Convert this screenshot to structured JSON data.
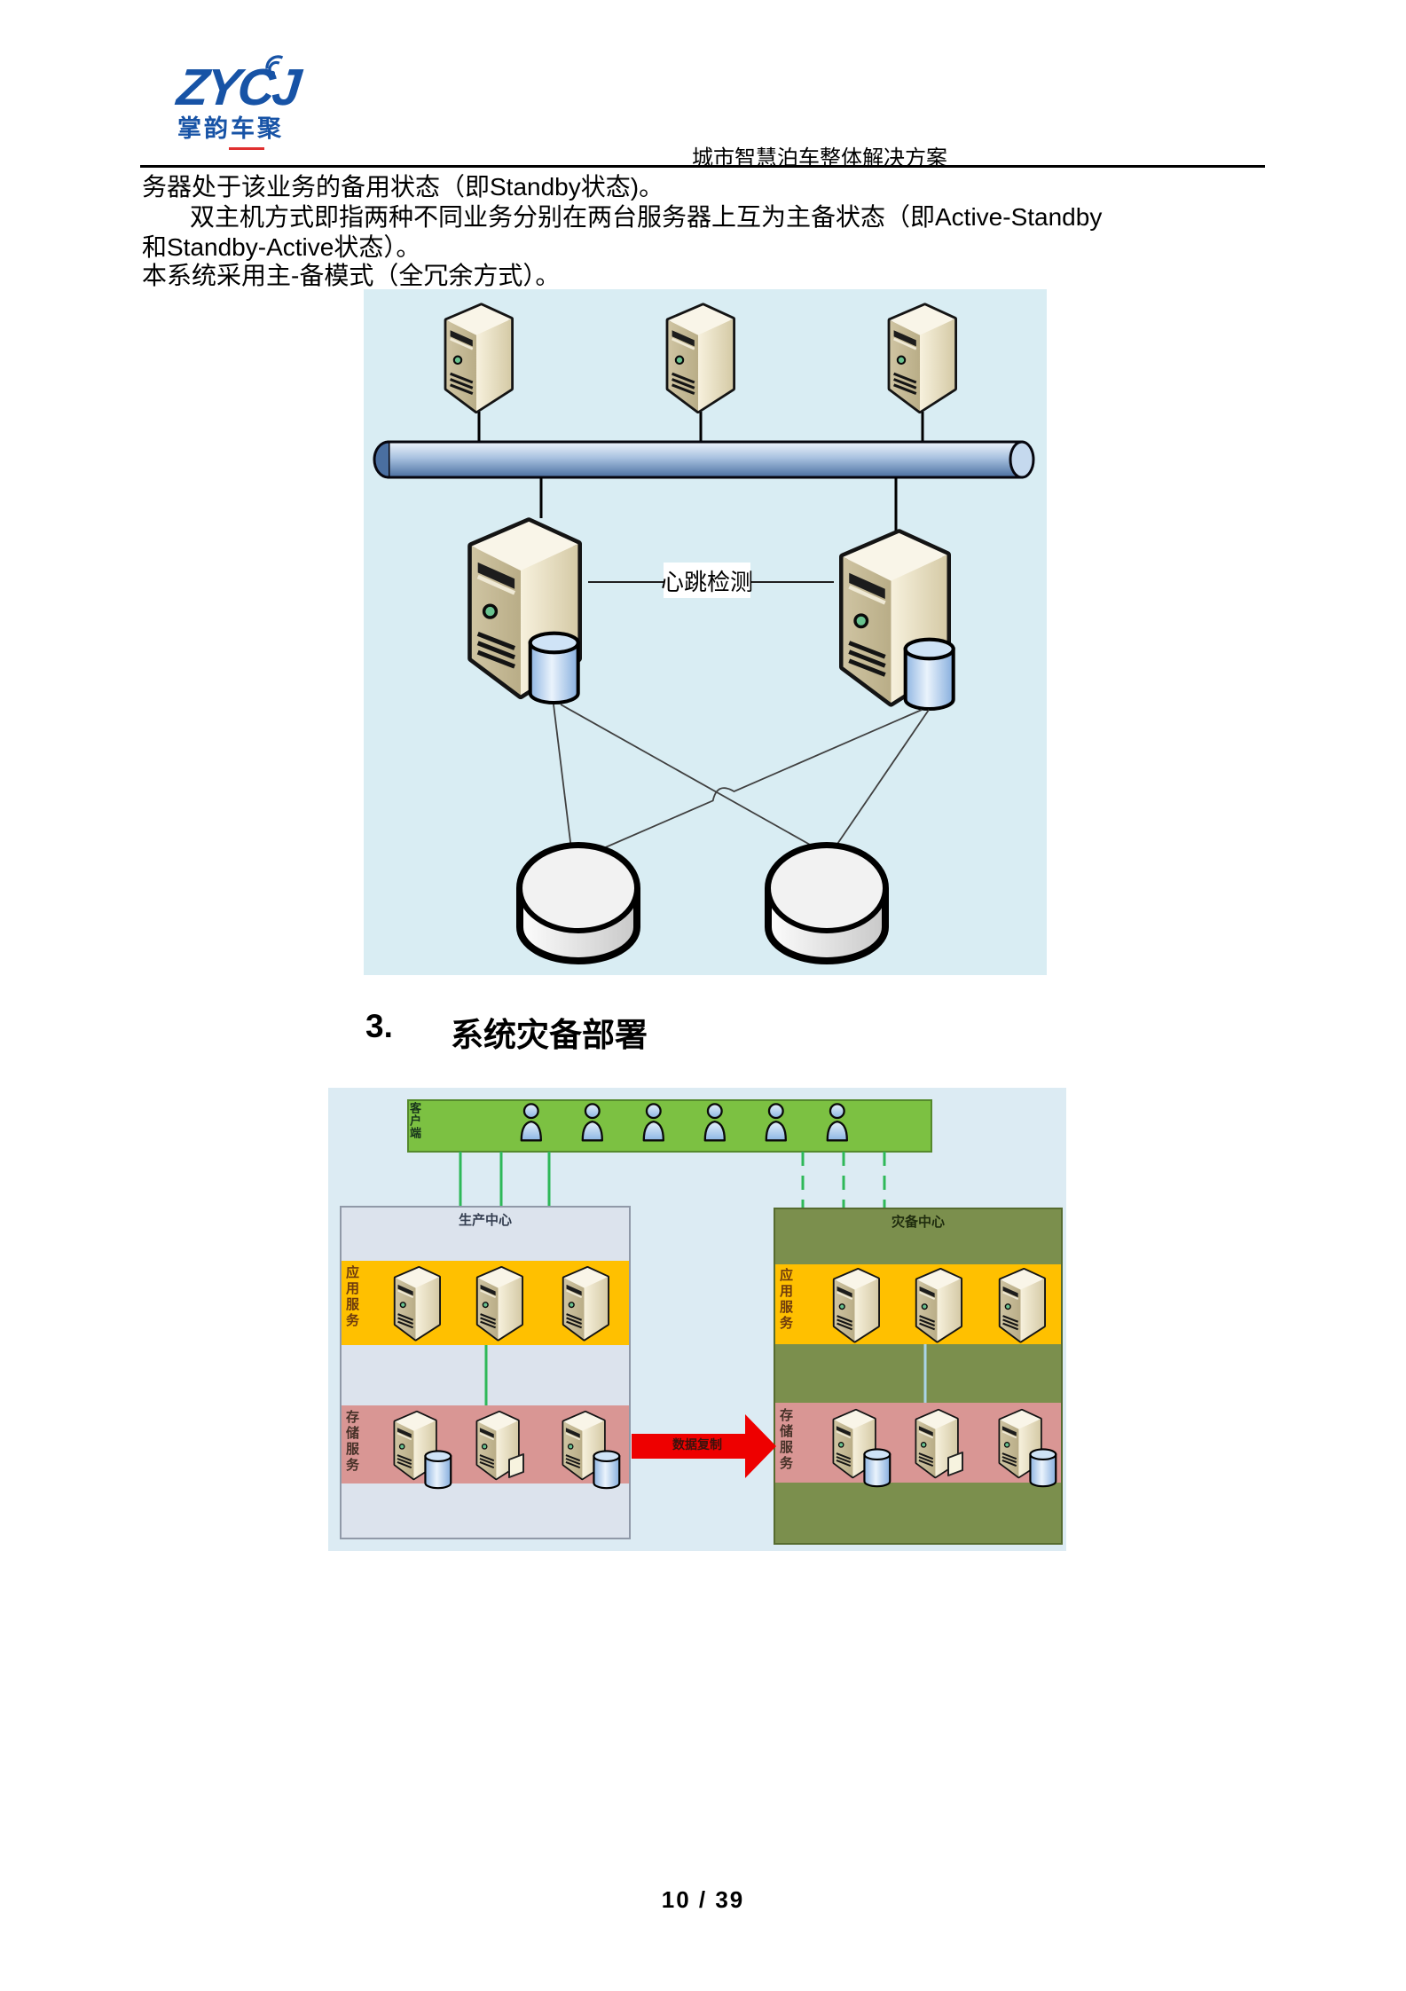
{
  "header": {
    "logo_text": "ZYCJ",
    "logo_subtext": "掌韵车聚",
    "doc_title": "城市智慧泊车整体解决方案"
  },
  "body": {
    "paragraphs": [
      "务器处于该业务的备用状态（即Standby状态)。",
      "双主机方式即指两种不同业务分别在两台服务器上互为主备状态（即Active-Standby",
      "和Standby-Active状态）。",
      "本系统采用主-备模式（全冗余方式）。"
    ]
  },
  "heading": {
    "number": "3.",
    "title": "系统灾备部署"
  },
  "diagram1": {
    "heartbeat_label": "心跳检测",
    "description": "主备双机热备拓扑：三台应用服务器接入总线，两台数据库服务器互为主备并共享两个存储",
    "colors": {
      "background": "#d9edf3",
      "bus_pipe": "#6d93bf",
      "server_body": "#e9dfc2",
      "db_cylinder": "#9cc0e8",
      "storage_cylinder": "#e4e4e4"
    }
  },
  "diagram2": {
    "client_label": "客户端",
    "production_title": "生产中心",
    "disaster_title": "灾备中心",
    "app_service_label": "应用服务",
    "storage_service_label": "存储服务",
    "replication_label": "数据复制",
    "colors": {
      "background": "#dcebf3",
      "client_bar": "#7cc142",
      "production_block": "#dce3ed",
      "disaster_block": "#7b8f4d",
      "app_band": "#ffc000",
      "storage_band": "#d99694",
      "replication_arrow": "#ee0000",
      "link_green": "#2eb858",
      "link_blue": "#aad4e8"
    }
  },
  "footer": {
    "page_indicator": "10 / 39"
  }
}
